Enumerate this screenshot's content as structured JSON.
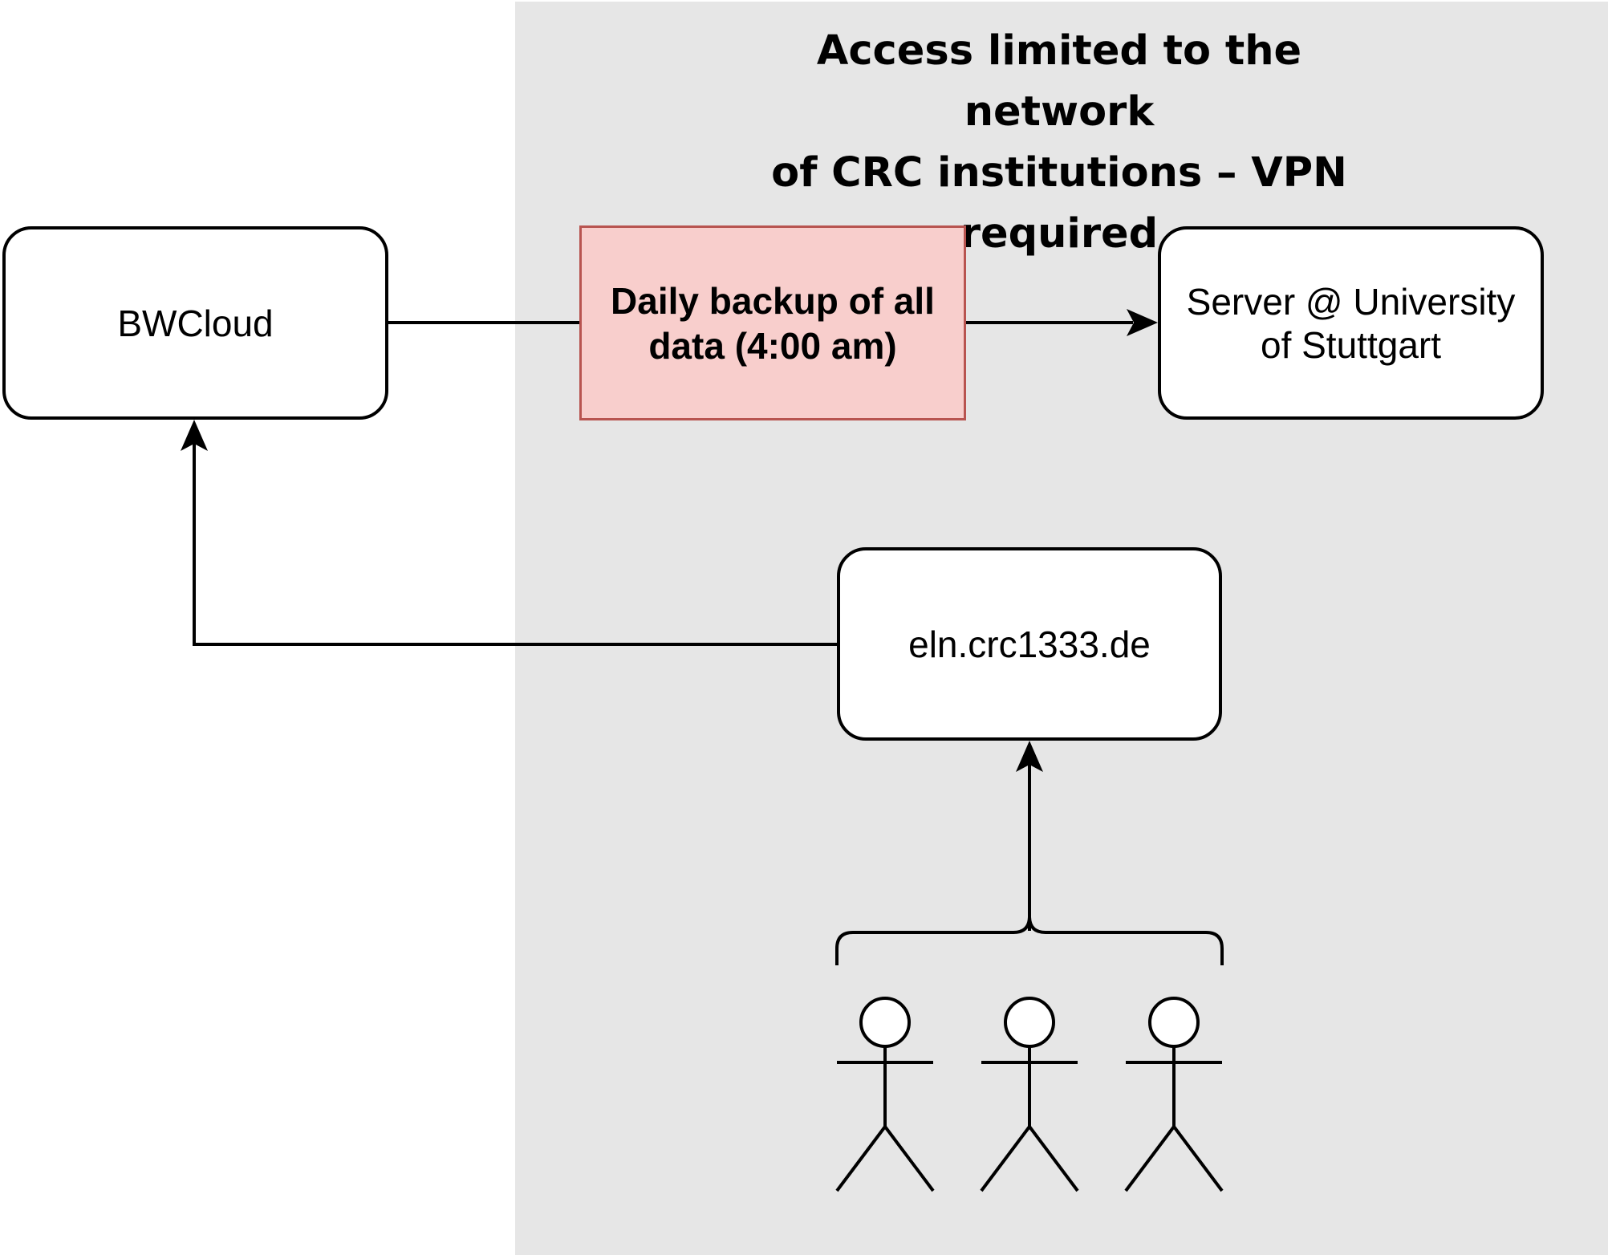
{
  "diagram": {
    "zone": {
      "title_lines": [
        "Access limited to the network",
        "of CRC institutions – VPN",
        "required"
      ],
      "fill": "#e6e6e6"
    },
    "nodes": {
      "bwcloud": {
        "label": "BWCloud"
      },
      "backup": {
        "label_lines": [
          "Daily backup of all",
          "data (4:00 am)"
        ],
        "fill": "#f8cecc",
        "stroke": "#b85450"
      },
      "server": {
        "label_lines": [
          "Server @ University",
          "of Stuttgart"
        ]
      },
      "eln": {
        "label": "eln.crc1333.de"
      }
    },
    "users": {
      "count": 3,
      "icon": "user-actor-icon"
    },
    "edges": [
      {
        "from": "bwcloud",
        "to": "server",
        "via": "backup",
        "arrow": "end"
      },
      {
        "from": "eln",
        "to": "bwcloud",
        "arrow": "end"
      },
      {
        "from": "users",
        "to": "eln",
        "arrow": "end"
      }
    ]
  }
}
